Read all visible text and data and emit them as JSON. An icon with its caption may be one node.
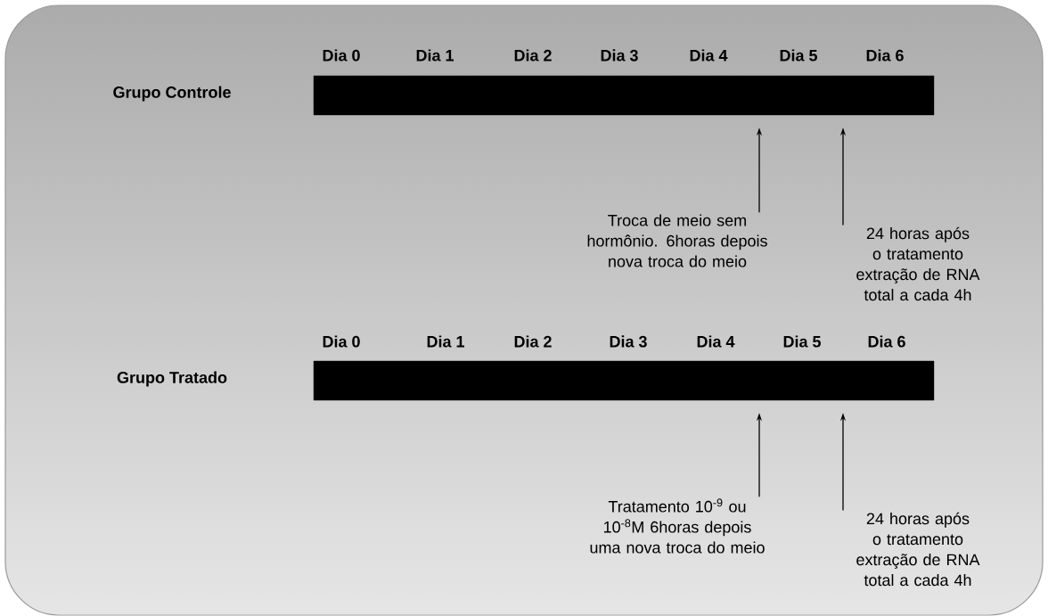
{
  "diagram": {
    "nodes": [
      {
        "text": [],
        "shape": "bar"
      },
      {
        "text": [
          "Troca de meio sem hormônio. 6horas depois nova troca do meio"
        ]
      },
      {
        "text": [
          "24 horas após o tratamento extração de RNA total a cada 4h"
        ]
      },
      {
        "text": [],
        "shape": "bar"
      },
      {
        "text": [
          "Tratamento 10$^{-9}$ ou 10$^{-8}$M 6horas depois uma nova troca do meio"
        ]
      },
      {
        "text": [
          "24 horas após o tratamento extração de RNA total a cada 4h"
        ]
      }
    ],
    "edges": [
      {
        "from": 1,
        "to": 0,
        "arrow": "to"
      },
      {
        "from": 2,
        "to": 0,
        "arrow": "to"
      },
      {
        "from": 4,
        "to": 3,
        "arrow": "to"
      },
      {
        "from": 5,
        "to": 3,
        "arrow": "to"
      }
    ],
    "labels": [
      "Dia 0",
      "Dia 1",
      "Dia 2",
      "Dia 3",
      "Dia 4",
      "Dia 5",
      "Dia 6",
      "Grupo Controle",
      "Dia 0",
      "Dia 1",
      "Dia 2",
      "Dia 3",
      "Dia 4",
      "Dia 5",
      "Dia 6",
      "Grupo Tratado"
    ]
  }
}
